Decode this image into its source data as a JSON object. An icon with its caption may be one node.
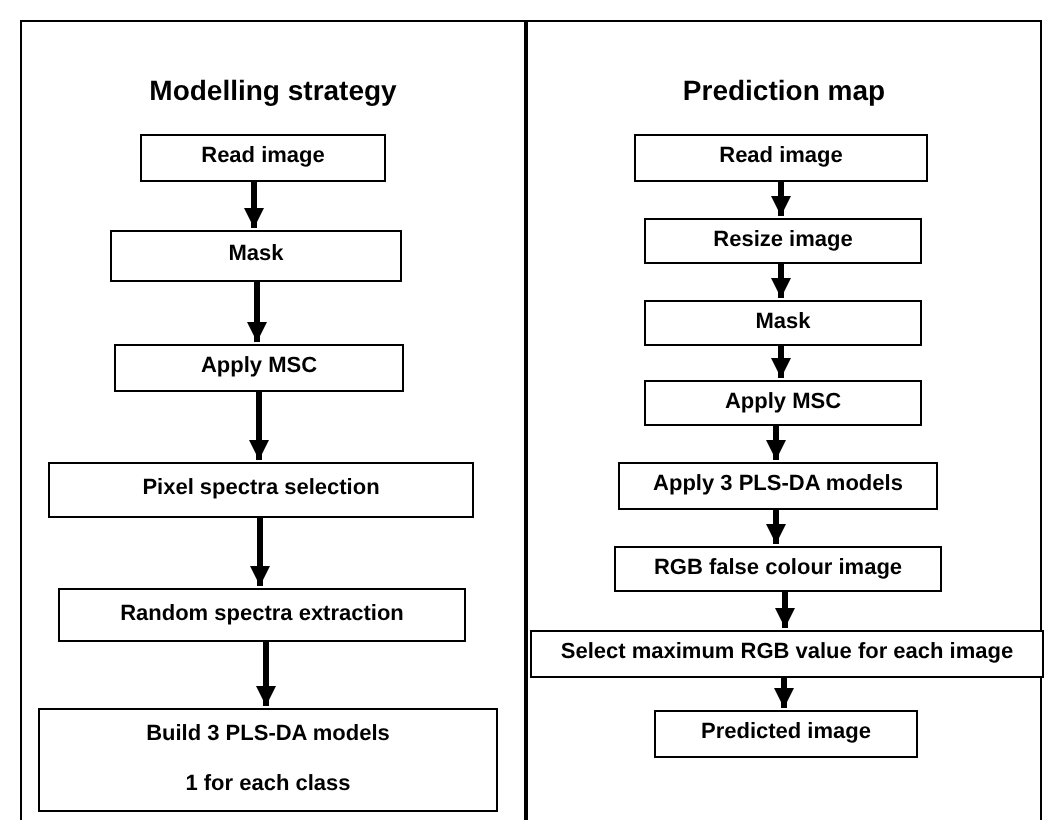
{
  "diagram": {
    "nodes": [
      {
        "text": [
          "Modelling strategy"
        ]
      },
      {
        "text": [
          "Read image"
        ],
        "in": 0
      },
      {
        "text": [
          "Mask"
        ],
        "in": 0
      },
      {
        "text": [
          "Apply MSC"
        ],
        "in": 0
      },
      {
        "text": [
          "Pixel spectra selection"
        ],
        "in": 0
      },
      {
        "text": [
          "Random spectra extraction"
        ],
        "in": 0
      },
      {
        "text": [
          "Build 3 PLS-DA models",
          "1 for each class"
        ],
        "in": 0
      },
      {
        "text": [
          "Prediction map"
        ]
      },
      {
        "text": [
          "Read image"
        ],
        "in": 7
      },
      {
        "text": [
          "Resize image"
        ],
        "in": 7
      },
      {
        "text": [
          "Mask"
        ],
        "in": 7
      },
      {
        "text": [
          "Apply MSC"
        ],
        "in": 7
      },
      {
        "text": [
          "Apply 3 PLS-DA models"
        ],
        "in": 7
      },
      {
        "text": [
          "RGB false colour image"
        ],
        "in": 7
      },
      {
        "text": [
          "Select maximum RGB value for each image"
        ],
        "in": 7
      },
      {
        "text": [
          "Predicted image"
        ],
        "in": 7
      }
    ],
    "edges": [
      {
        "from": 1,
        "to": 2,
        "arrow": "to"
      },
      {
        "from": 2,
        "to": 3,
        "arrow": "to"
      },
      {
        "from": 3,
        "to": 4,
        "arrow": "to"
      },
      {
        "from": 4,
        "to": 5,
        "arrow": "to"
      },
      {
        "from": 5,
        "to": 6,
        "arrow": "to"
      },
      {
        "from": 8,
        "to": 9,
        "arrow": "to"
      },
      {
        "from": 9,
        "to": 10,
        "arrow": "to"
      },
      {
        "from": 10,
        "to": 11,
        "arrow": "to"
      },
      {
        "from": 11,
        "to": 12,
        "arrow": "to"
      },
      {
        "from": 12,
        "to": 13,
        "arrow": "to"
      },
      {
        "from": 13,
        "to": 14,
        "arrow": "to"
      },
      {
        "from": 14,
        "to": 15,
        "arrow": "to"
      }
    ]
  }
}
